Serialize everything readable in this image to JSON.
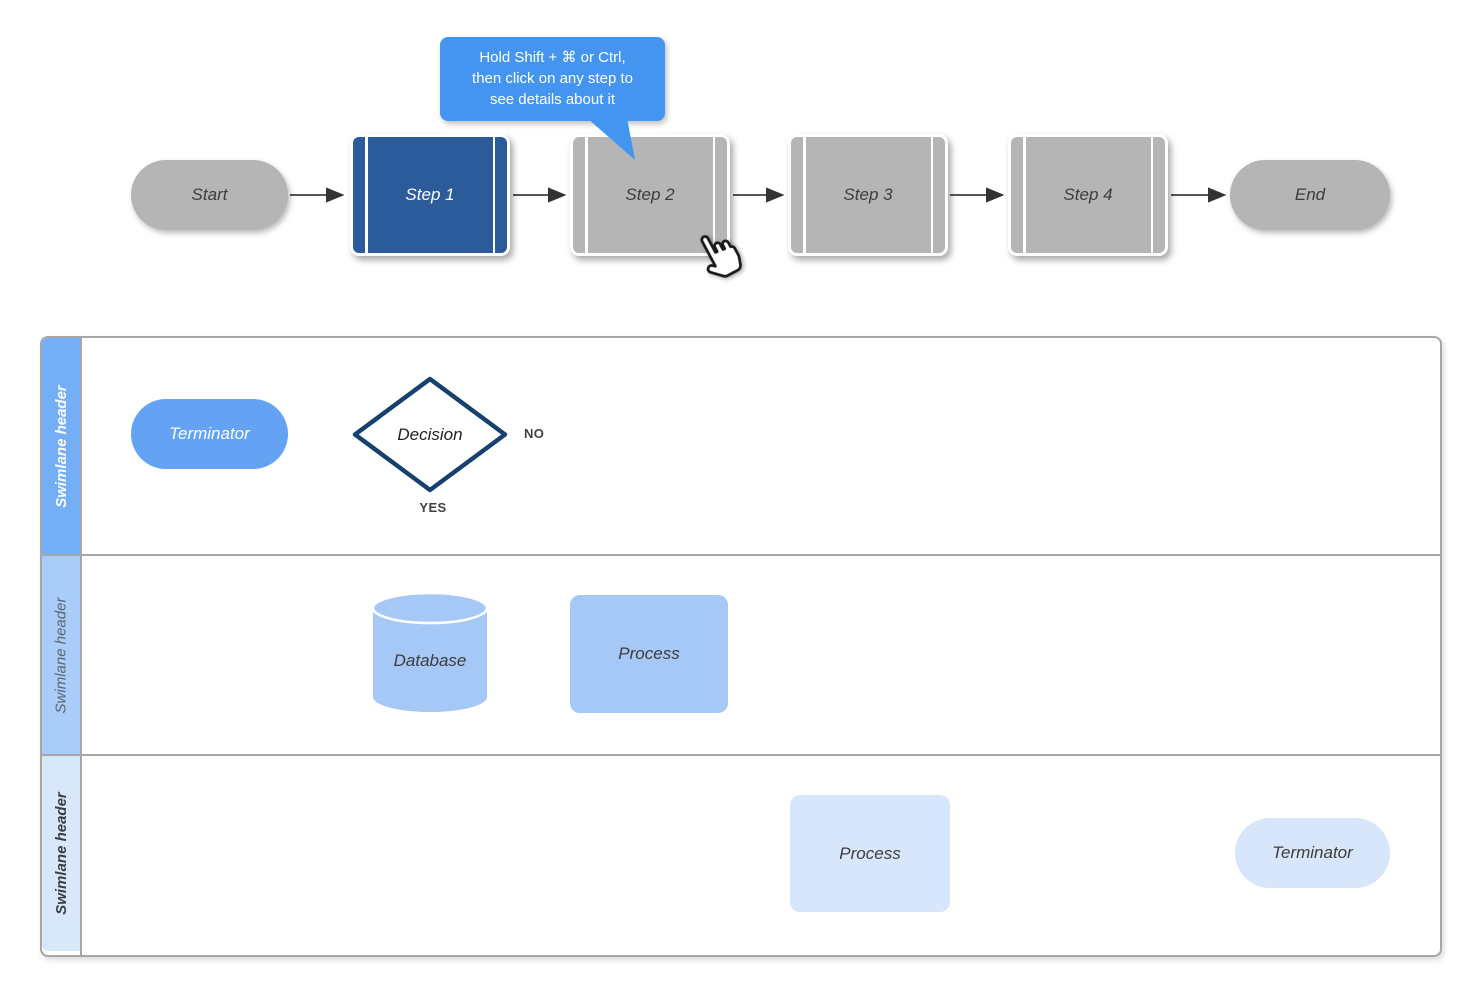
{
  "tooltip": {
    "lines": [
      "Hold Shift + ⌘ or Ctrl,",
      "then click on any step to",
      "see details about it"
    ]
  },
  "top_flow": {
    "start_label": "Start",
    "steps": [
      {
        "label": "Step 1",
        "selected": true
      },
      {
        "label": "Step 2",
        "selected": false
      },
      {
        "label": "Step 3",
        "selected": false
      },
      {
        "label": "Step 4",
        "selected": false
      }
    ],
    "end_label": "End"
  },
  "swimlanes": {
    "headers": [
      {
        "label": "Swimlane header"
      },
      {
        "label": "Swimlane header"
      },
      {
        "label": "Swimlane header"
      }
    ]
  },
  "flow2": {
    "terminator_start": "Terminator",
    "decision": "Decision",
    "no_label": "NO",
    "yes_label": "YES",
    "database": "Database",
    "process_mid": "Process",
    "process_bottom": "Process",
    "terminator_end": "Terminator"
  },
  "colors": {
    "selected_step": "#2b5c99",
    "inactive_step": "#b5b5b5",
    "tooltip_bg": "#4495f0",
    "lane1_header": "#74aef6",
    "lane2_header": "#a9ccf9",
    "lane3_header": "#d9e7fb",
    "lane1_shape": "#64a3f4",
    "lane2_shape": "#a5c8f6",
    "lane3_shape": "#d7e6fb",
    "decision_border": "#16416f",
    "connector": "#3d3d3d",
    "lane_border": "#a6a6a6"
  }
}
